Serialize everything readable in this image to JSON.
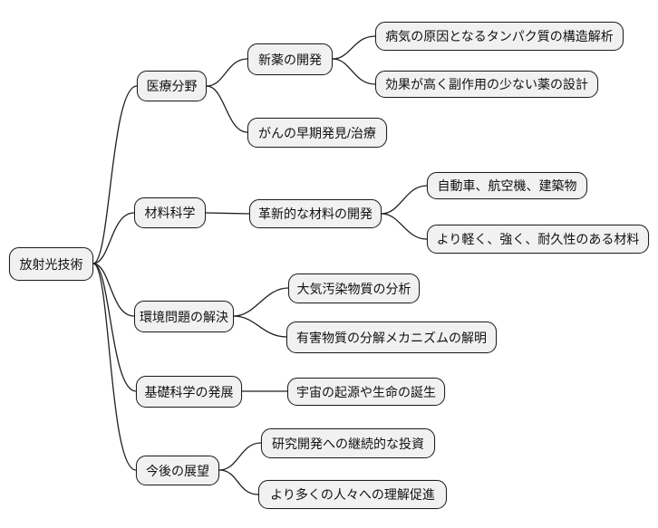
{
  "diagram": {
    "type": "mindmap",
    "background_color": "#ffffff",
    "node_fill_color": "#f1f1f1",
    "node_border_color": "#1f1f1f",
    "connector_color": "#1f1f1f",
    "root": {
      "label": "放射光技術"
    },
    "branches": [
      {
        "label": "医療分野",
        "children": [
          {
            "label": "新薬の開発",
            "children": [
              {
                "label": "病気の原因となるタンパク質の構造解析"
              },
              {
                "label": "効果が高く副作用の少ない薬の設計"
              }
            ]
          },
          {
            "label": "がんの早期発見/治療"
          }
        ]
      },
      {
        "label": "材料科学",
        "children": [
          {
            "label": "革新的な材料の開発",
            "children": [
              {
                "label": "自動車、航空機、建築物"
              },
              {
                "label": "より軽く、強く、耐久性のある材料"
              }
            ]
          }
        ]
      },
      {
        "label": "環境問題の解決",
        "children": [
          {
            "label": "大気汚染物質の分析"
          },
          {
            "label": "有害物質の分解メカニズムの解明"
          }
        ]
      },
      {
        "label": "基礎科学の発展",
        "children": [
          {
            "label": "宇宙の起源や生命の誕生"
          }
        ]
      },
      {
        "label": "今後の展望",
        "children": [
          {
            "label": "研究開発への継続的な投資"
          },
          {
            "label": "より多くの人々への理解促進"
          }
        ]
      }
    ]
  }
}
